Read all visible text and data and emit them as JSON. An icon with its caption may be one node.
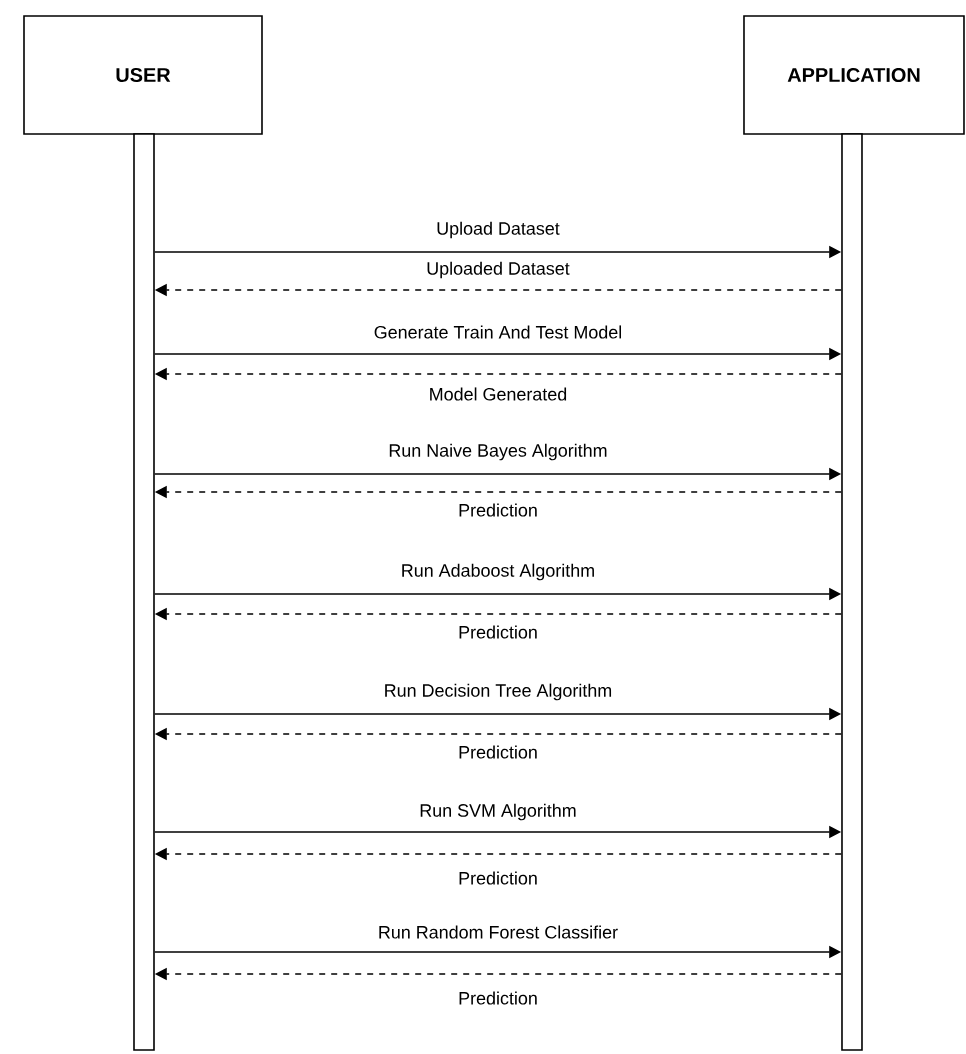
{
  "diagram": {
    "nodes": [
      {
        "text": [
          "USER"
        ]
      },
      {
        "text": [
          "APPLICATION"
        ]
      },
      {
        "text": [],
        "shape": "bar"
      },
      {
        "text": [],
        "shape": "bar"
      }
    ],
    "edges": [
      {
        "from": 2,
        "to": 3,
        "arrow": "to",
        "label": "Upload Dataset"
      },
      {
        "from": 3,
        "to": 2,
        "arrow": "to",
        "style": "dashed",
        "label": "Uploaded Dataset"
      },
      {
        "from": 2,
        "to": 3,
        "arrow": "to",
        "label": "Generate Train And Test Model"
      },
      {
        "from": 3,
        "to": 2,
        "arrow": "to",
        "style": "dashed",
        "label": "Model Generated"
      },
      {
        "from": 2,
        "to": 3,
        "arrow": "to",
        "label": "Run Naive Bayes Algorithm"
      },
      {
        "from": 3,
        "to": 2,
        "arrow": "to",
        "style": "dashed",
        "label": "Prediction"
      },
      {
        "from": 2,
        "to": 3,
        "arrow": "to",
        "label": "Run Adaboost Algorithm"
      },
      {
        "from": 3,
        "to": 2,
        "arrow": "to",
        "style": "dashed",
        "label": "Prediction"
      },
      {
        "from": 2,
        "to": 3,
        "arrow": "to",
        "label": "Run Decision Tree Algorithm"
      },
      {
        "from": 3,
        "to": 2,
        "arrow": "to",
        "style": "dashed",
        "label": "Prediction"
      },
      {
        "from": 2,
        "to": 3,
        "arrow": "to",
        "label": "Run SVM Algorithm"
      },
      {
        "from": 3,
        "to": 2,
        "arrow": "to",
        "style": "dashed",
        "label": "Prediction"
      },
      {
        "from": 2,
        "to": 3,
        "arrow": "to",
        "label": "Run Random Forest Classifier"
      },
      {
        "from": 3,
        "to": 2,
        "arrow": "to",
        "style": "dashed",
        "label": "Prediction"
      }
    ]
  }
}
